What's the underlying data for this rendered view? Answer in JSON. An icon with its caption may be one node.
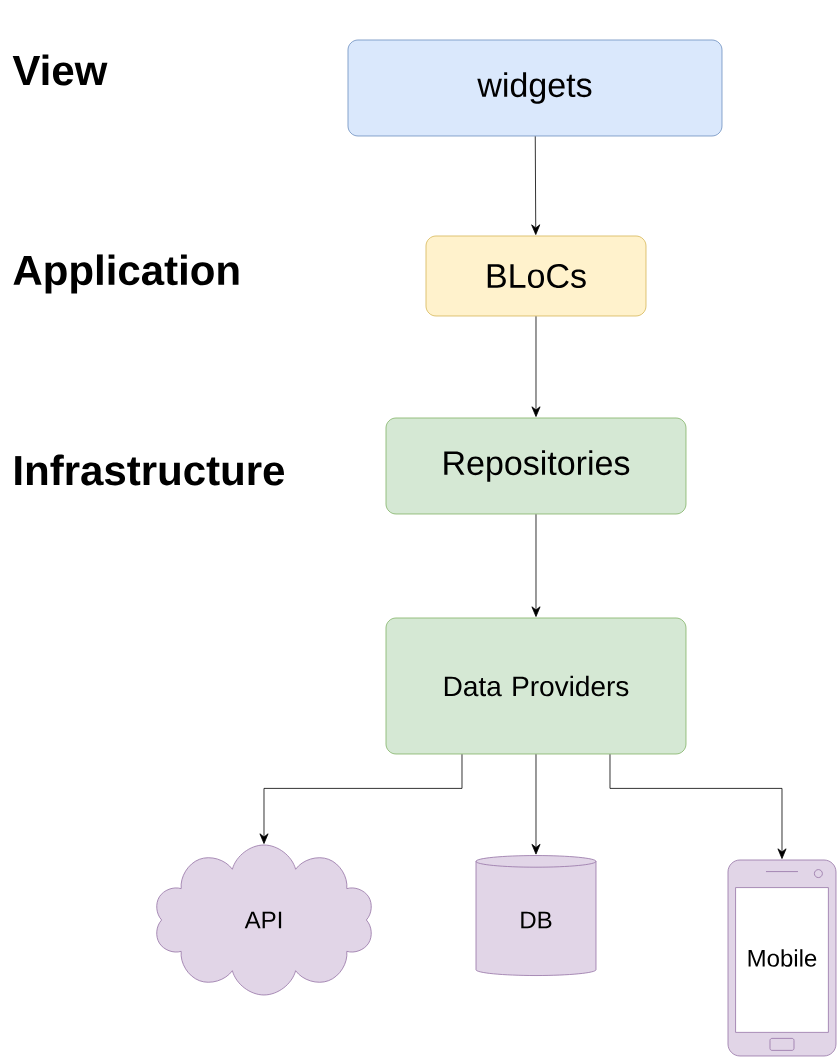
{
  "diagram": {
    "nodes": [
      {
        "text": [
          "widgets"
        ]
      },
      {
        "text": [
          "BLoCs"
        ]
      },
      {
        "text": [
          "Repositories"
        ]
      },
      {
        "text": [
          "Data Providers"
        ]
      },
      {
        "text": [
          "API"
        ]
      },
      {
        "text": [
          "DB"
        ]
      },
      {
        "text": [
          "Mobile"
        ]
      }
    ],
    "edges": [
      {
        "from": 0,
        "to": 1,
        "arrow": "to"
      },
      {
        "from": 1,
        "to": 2,
        "arrow": "to"
      },
      {
        "from": 2,
        "to": 3,
        "arrow": "to"
      },
      {
        "from": 3,
        "to": 4,
        "arrow": "to"
      },
      {
        "from": 3,
        "to": 5,
        "arrow": "to"
      },
      {
        "from": 3,
        "to": 6,
        "arrow": "to"
      }
    ],
    "labels": [
      "View",
      "Application",
      "Infrastructure"
    ]
  }
}
